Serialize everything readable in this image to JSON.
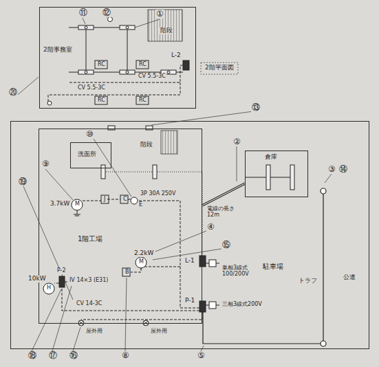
{
  "diagram": {
    "nodes": [
      {
        "text": [
          "2階事務室"
        ]
      },
      {
        "text": [
          "駐車場"
        ]
      },
      {
        "text": [
          "1階工場"
        ],
        "in": 1
      },
      {
        "text": [
          "洗面所"
        ],
        "in": 2
      },
      {
        "text": [
          "倉庫"
        ],
        "in": 1
      }
    ],
    "edges": [
      {
        "from": 2,
        "to": 4,
        "arrow": "none",
        "label": "電線の長さ 12m"
      }
    ],
    "labels": [
      "①",
      "⑪",
      "⑫",
      "階段",
      "L-2",
      "CV 5.5-3C",
      "CV 5.5-3C",
      "RC",
      "RC",
      "RC",
      "RC",
      "2階平面図",
      "⑳",
      "⑬",
      "②",
      "⑩",
      "⑨",
      "階段",
      "3.7kW",
      "J",
      "C",
      "3P 30A 250V",
      "E",
      "④",
      "⑮",
      "2.2kW",
      "B",
      "⑲",
      "10kW",
      "P-2",
      "IV 14×3 (E31)",
      "CV 14-3C",
      "L-1",
      "P-1",
      "単相3線式 100/200V",
      "三相3線式200V",
      "屋外用",
      "屋外用",
      "⑤",
      "⑧",
      "⑯",
      "⑰",
      "⑱",
      "トラフ",
      "公道",
      "③",
      "⑭",
      "M",
      "M",
      "H"
    ]
  }
}
